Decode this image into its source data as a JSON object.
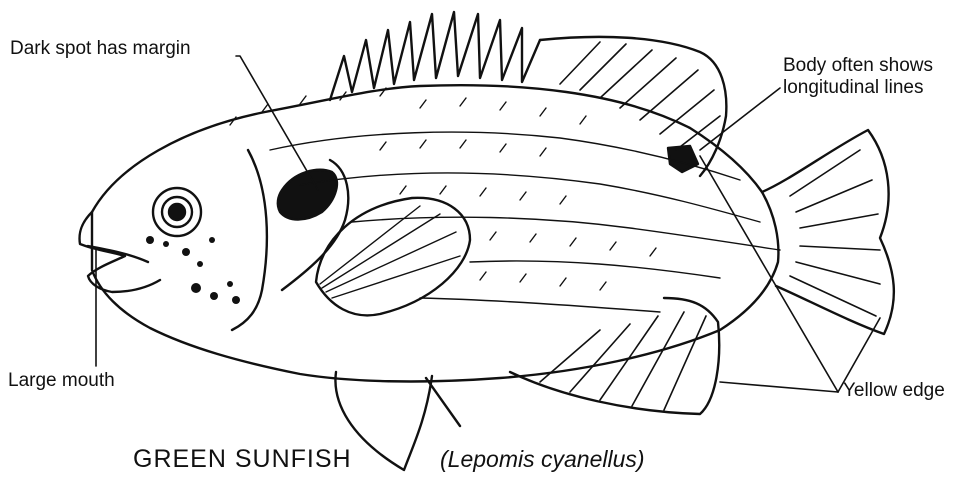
{
  "labels": {
    "dark_spot": "Dark spot has margin",
    "body_lines_1": "Body often shows",
    "body_lines_2": "longitudinal lines",
    "large_mouth": "Large mouth",
    "yellow_edge": "Yellow edge"
  },
  "caption": {
    "common_name": "GREEN SUNFISH",
    "scientific_name": "(Lepomis cyanellus)"
  },
  "colors": {
    "ink": "#111111",
    "background": "#ffffff"
  }
}
